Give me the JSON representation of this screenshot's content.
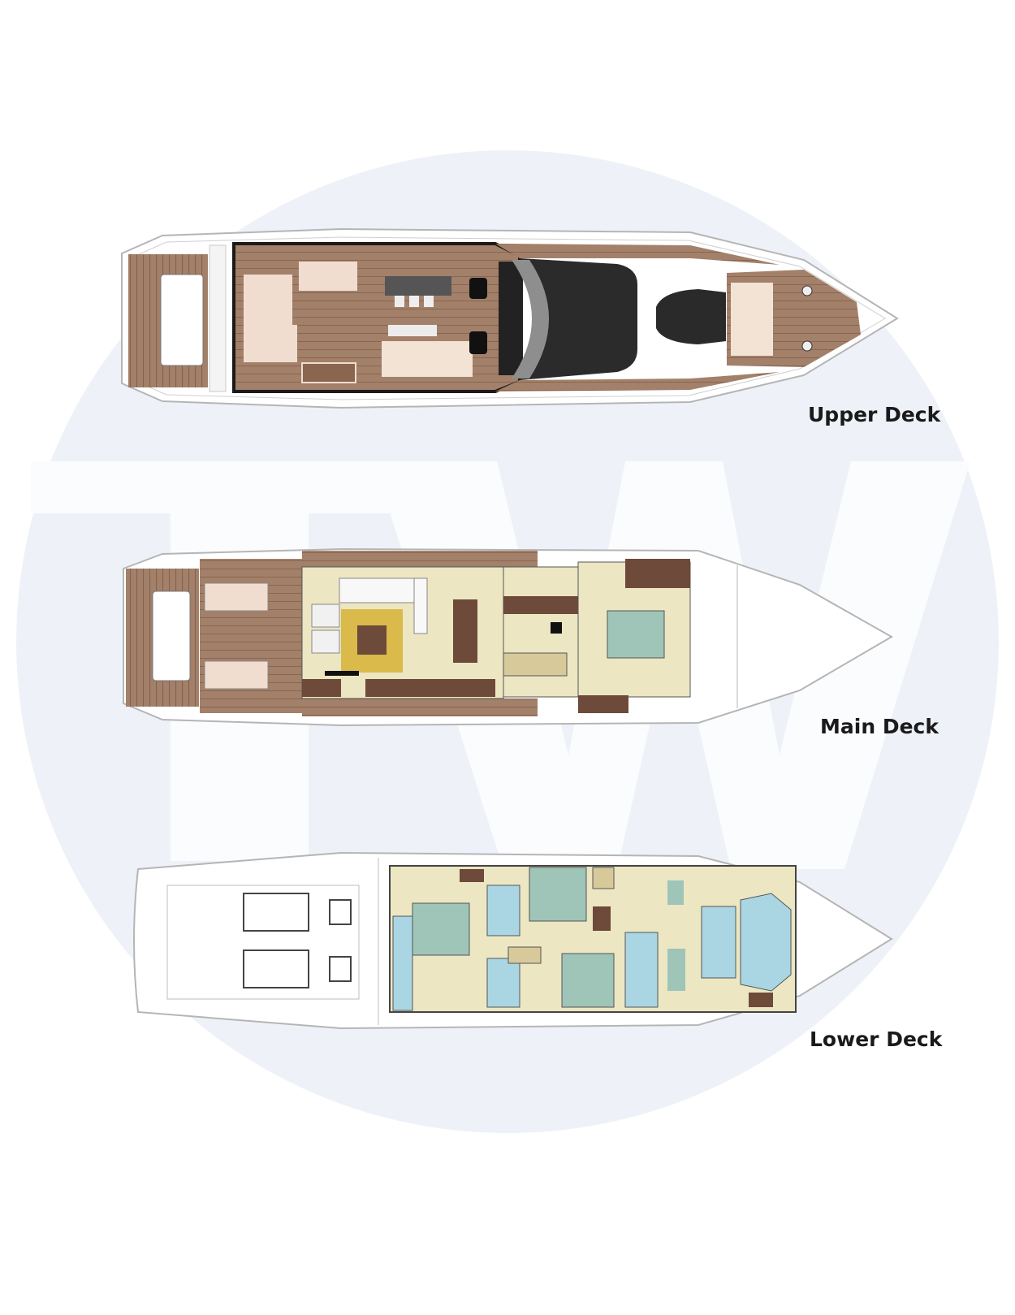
{
  "decks": [
    {
      "label": "Upper Deck"
    },
    {
      "label": "Main Deck"
    },
    {
      "label": "Lower Deck"
    }
  ],
  "watermark": {
    "text": "TW",
    "shape": "circle-monogram"
  },
  "colors": {
    "teak": "#a07b62",
    "teak_stripe": "#8a6650",
    "hull_white": "#ffffff",
    "hull_outline": "#b9b9b9",
    "bed_green": "#9fc4b8",
    "bathroom_blue": "#a9d6e2",
    "floor_cream": "#ece6c3",
    "mustard_rug": "#d9ba4b",
    "dark_wood": "#6e4a3a",
    "upholstery": "#f0ddd0",
    "black": "#111111",
    "watermark_circle": "#eef2f8"
  }
}
